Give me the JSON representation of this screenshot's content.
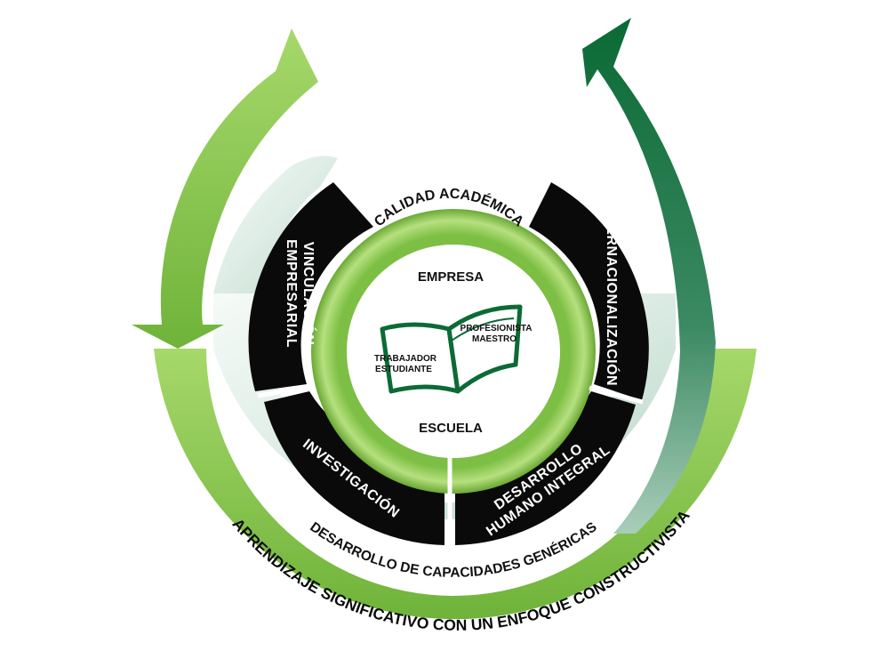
{
  "colors": {
    "light_green": "#8cc63f",
    "dark_green": "#0b6b35",
    "pale_band": "#d9ebe3",
    "black_segment": "#0a0a0a",
    "white": "#ffffff"
  },
  "diagram": {
    "outer_band_text": "APRENDIZAJE SIGNIFICATIVO CON UN ENFOQUE CONSTRUCTIVISTA",
    "pale_band_text": "DESARROLLO DE CAPACIDADES GENÉRICAS",
    "segments": {
      "top_left": "VINCULACIÓN EMPRESARIAL",
      "top_left_line1": "VINCULACIÓN",
      "top_left_line2": "EMPRESARIAL",
      "top_right": "INTERNACIONALIZACIÓN",
      "bottom_left": "INVESTIGACIÓN",
      "bottom_right_line1": "DESARROLLO",
      "bottom_right_line2": "HUMANO INTEGRAL"
    },
    "ring_title": "CALIDAD ACADÉMICA",
    "center": {
      "top_label": "EMPRESA",
      "bottom_label": "ESCUELA",
      "left_page_line1": "TRABAJADOR",
      "left_page_line2": "ESTUDIANTE",
      "right_page_line1": "PROFESIONISTA",
      "right_page_line2": "MAESTRO"
    },
    "icons": {
      "book": "open-book-icon",
      "left_arrow": "curved-arrow-down-icon",
      "right_arrow": "curved-arrow-up-icon"
    }
  }
}
